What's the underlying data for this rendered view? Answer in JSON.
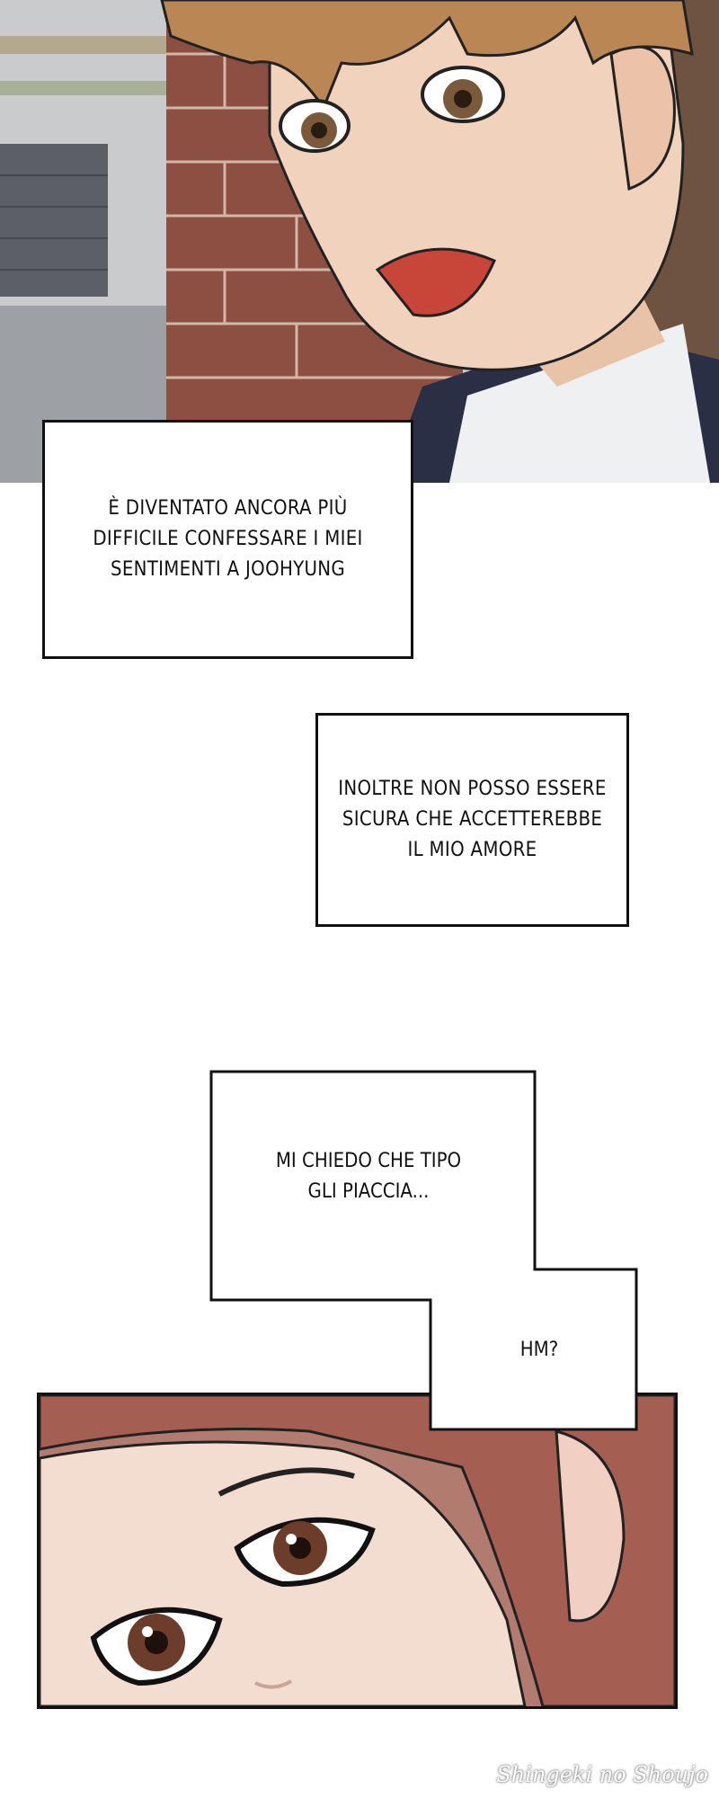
{
  "captions": {
    "caption_1": "È DIVENTATO ANCORA PIÙ\nDIFFICILE CONFESSARE I MIEI\nSENTIMENTI A JOOHYUNG",
    "caption_2": "INOLTRE NON POSSO ESSERE\nSICURA CHE ACCETTEREBBE\nIL MIO AMORE"
  },
  "speech": {
    "bubble_1": "MI CHIEDO CHE TIPO\nGLI PIACCIA...",
    "bubble_2": "HM?"
  },
  "watermark": "Shingeki no Shoujo",
  "colors": {
    "brick": "#8e4f43",
    "hair_male": "#b98654",
    "hair_female": "#a45f52",
    "skin": "#f3ddd0",
    "ink": "#111111"
  }
}
